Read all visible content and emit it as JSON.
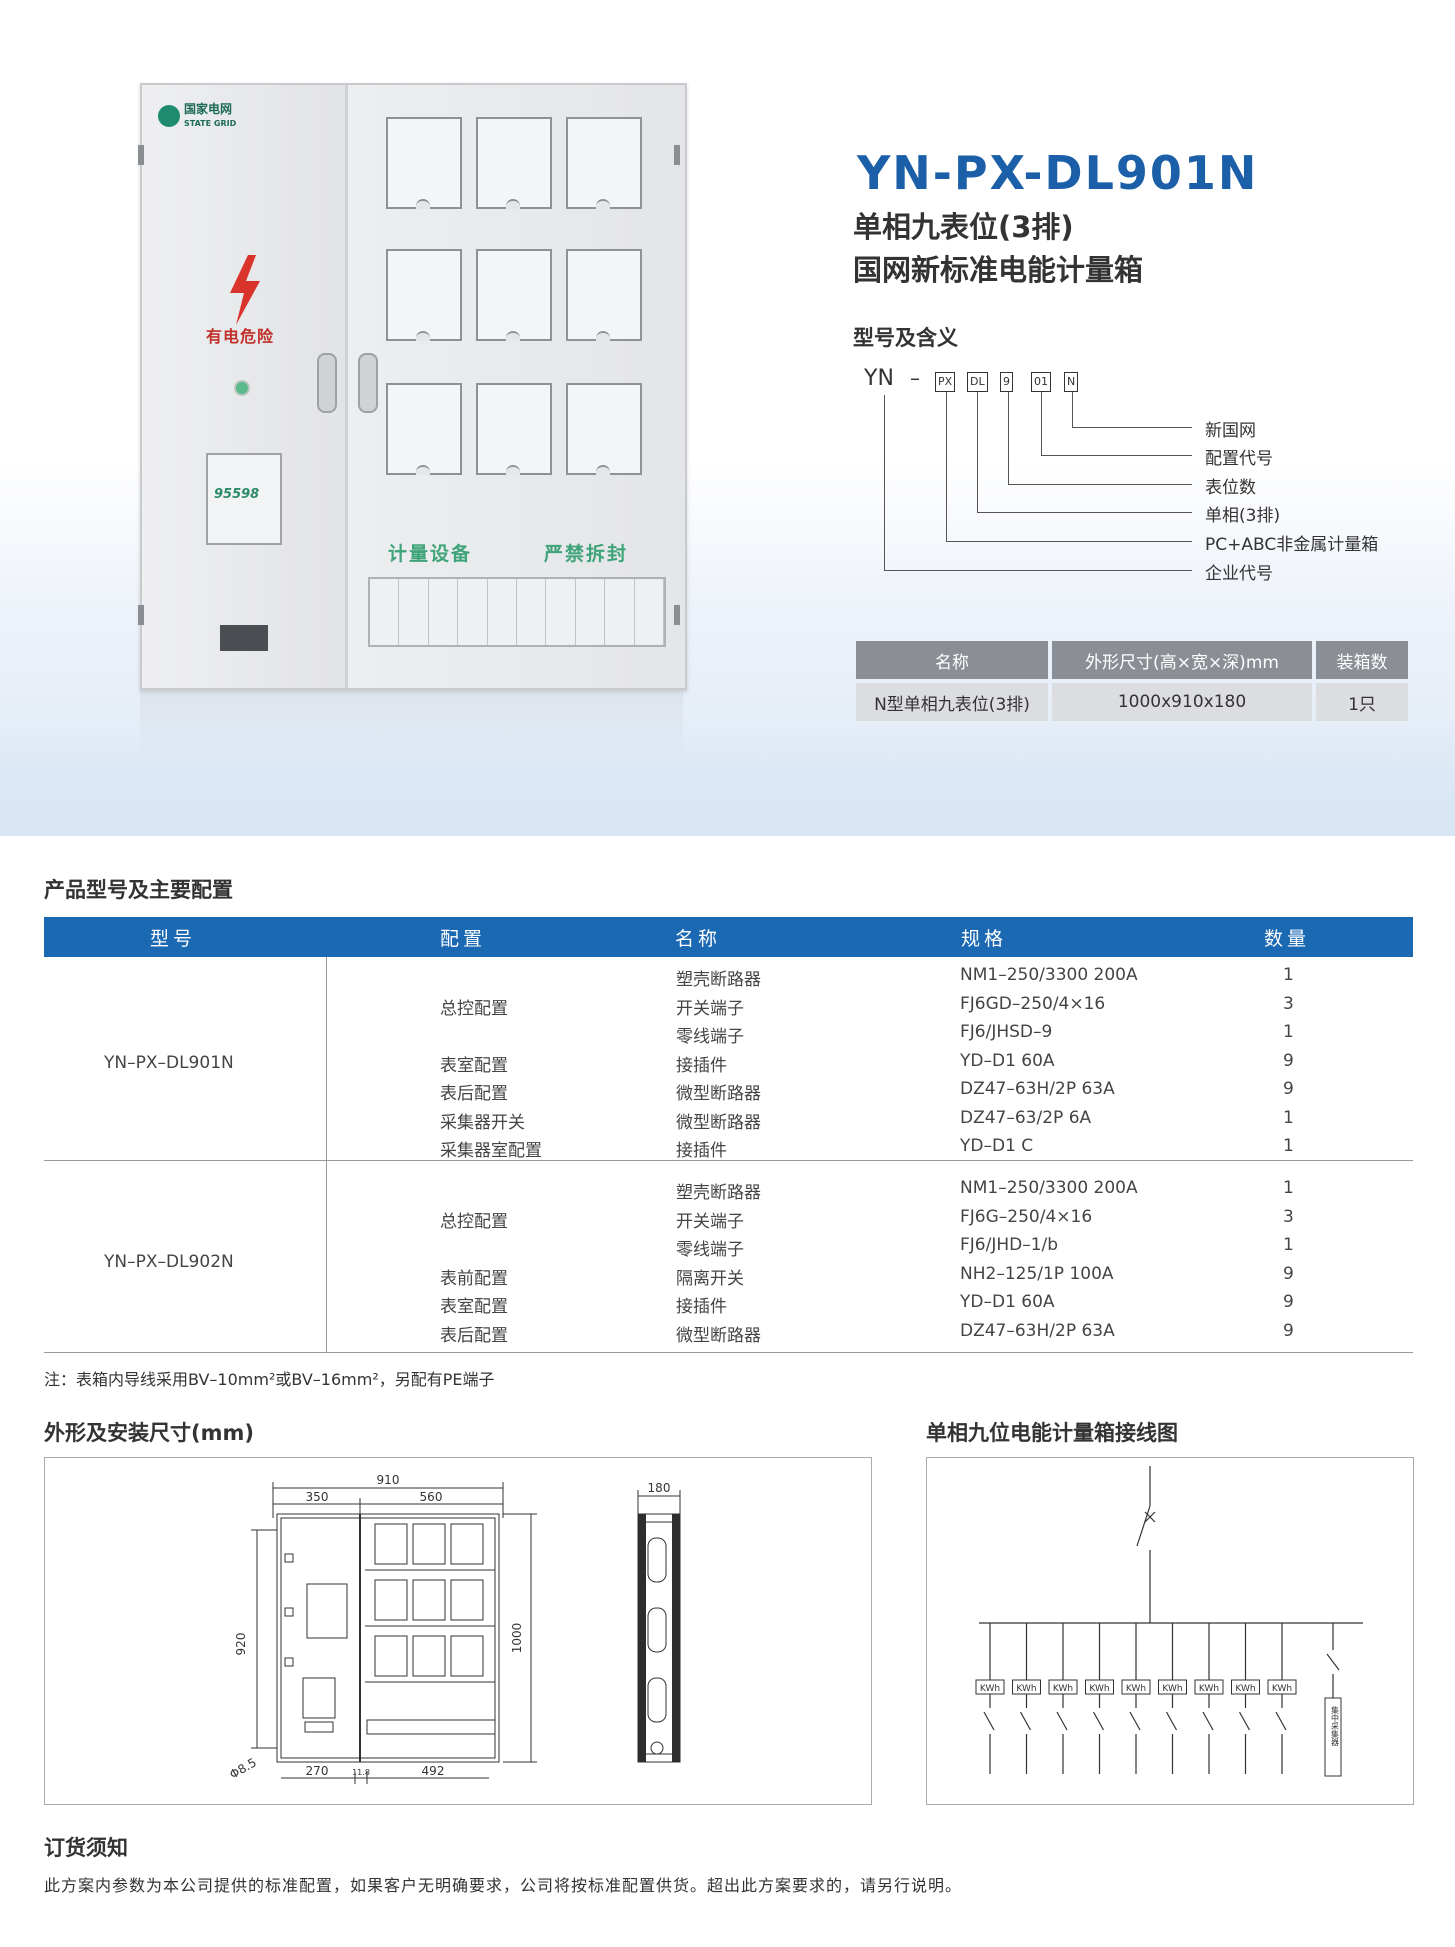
{
  "cabinet": {
    "logo_cn": "国家电网",
    "logo_en": "STATE GRID",
    "danger": "有电危险",
    "hotline": "95598",
    "label_left": "计量设备",
    "label_right": "严禁拆封"
  },
  "product": {
    "model": "YN-PX-DL901N",
    "subtitle1": "单相九表位(3排)",
    "subtitle2": "国网新标准电能计量箱"
  },
  "meaning": {
    "title": "型号及含义",
    "code_prefix": "YN",
    "code_dash": "–",
    "code_parts": [
      "PX",
      "DL",
      "9",
      "01",
      "N"
    ],
    "labels": [
      "新国网",
      "配置代号",
      "表位数",
      "单相(3排)",
      "PC+ABC非金属计量箱",
      "企业代号"
    ]
  },
  "spec_table": {
    "headers": [
      "名称",
      "外形尺寸(高×宽×深)mm",
      "装箱数"
    ],
    "row": [
      "N型单相九表位(3排)",
      "1000x910x180",
      "1只"
    ]
  },
  "config": {
    "title": "产品型号及主要配置",
    "headers": [
      "型号",
      "配置",
      "名称",
      "规格",
      "数量"
    ],
    "groups": [
      {
        "model": "YN–PX–DL901N",
        "rows": [
          {
            "config": "",
            "name": "塑壳断路器",
            "spec": "NM1–250/3300 200A",
            "qty": "1"
          },
          {
            "config": "总控配置",
            "name": "开关端子",
            "spec": "FJ6GD–250/4×16",
            "qty": "3"
          },
          {
            "config": "",
            "name": "零线端子",
            "spec": "FJ6/JHSD–9",
            "qty": "1"
          },
          {
            "config": "表室配置",
            "name": "接插件",
            "spec": "YD–D1 60A",
            "qty": "9"
          },
          {
            "config": "表后配置",
            "name": "微型断路器",
            "spec": "DZ47–63H/2P 63A",
            "qty": "9"
          },
          {
            "config": "采集器开关",
            "name": "微型断路器",
            "spec": "DZ47–63/2P 6A",
            "qty": "1"
          },
          {
            "config": "采集器室配置",
            "name": "接插件",
            "spec": "YD–D1 C",
            "qty": "1"
          }
        ]
      },
      {
        "model": "YN–PX–DL902N",
        "rows": [
          {
            "config": "",
            "name": "塑壳断路器",
            "spec": "NM1–250/3300 200A",
            "qty": "1"
          },
          {
            "config": "总控配置",
            "name": "开关端子",
            "spec": "FJ6G–250/4×16",
            "qty": "3"
          },
          {
            "config": "",
            "name": "零线端子",
            "spec": "FJ6/JHD–1/b",
            "qty": "1"
          },
          {
            "config": "表前配置",
            "name": "隔离开关",
            "spec": "NH2–125/1P 100A",
            "qty": "9"
          },
          {
            "config": "表室配置",
            "name": "接插件",
            "spec": "YD–D1 60A",
            "qty": "9"
          },
          {
            "config": "表后配置",
            "name": "微型断路器",
            "spec": "DZ47–63H/2P 63A",
            "qty": "9"
          }
        ]
      }
    ],
    "note": "注：表箱内导线采用BV–10mm²或BV–16mm²，另配有PE端子"
  },
  "dimensions": {
    "title": "外形及安装尺寸(mm)",
    "d910": "910",
    "d350": "350",
    "d560": "560",
    "d180": "180",
    "d920": "920",
    "d1000": "1000",
    "d270": "270",
    "d11": "11.8",
    "d492": "492",
    "dphi": "Φ8.5"
  },
  "wiring": {
    "title": "单相九位电能计量箱接线图",
    "meter_label": "KWh",
    "collector_label": "集中采集器"
  },
  "order": {
    "title": "订货须知",
    "text": "此方案内参数为本公司提供的标准配置，如果客户无明确要求，公司将按标准配置供货。超出此方案要求的，请另行说明。"
  }
}
